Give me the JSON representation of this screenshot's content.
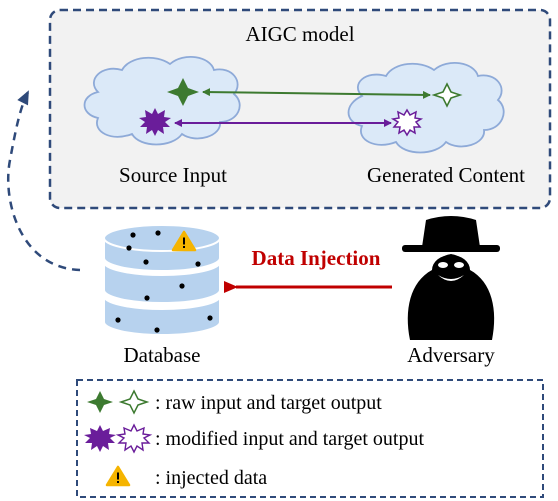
{
  "model_box": {
    "title": "AIGC model",
    "source_label": "Source Input",
    "generated_label": "Generated Content"
  },
  "database": {
    "label": "Database"
  },
  "adversary": {
    "label": "Adversary"
  },
  "injection_arrow": {
    "label": "Data Injection"
  },
  "legend": {
    "raw_label": ": raw input and target output",
    "modified_label": ": modified input and target output",
    "injected_label": ": injected data"
  },
  "icons": {
    "raw_input": "solid-four-point-star-icon",
    "raw_target": "outline-four-point-star-icon",
    "modified_input": "solid-burst-star-icon",
    "modified_target": "outline-burst-star-icon",
    "injected_data": "warning-triangle-icon",
    "adversary": "hooded-hacker-icon",
    "database": "database-cylinder-icon"
  },
  "colors": {
    "box_border": "#2f4a7a",
    "box_fill": "#f2f2f2",
    "cloud_fill": "#dbe9f8",
    "cloud_stroke": "#8eaad8",
    "green": "#3d7a30",
    "purple": "#6a1d9a",
    "red": "#c00000",
    "db_fill": "#b7d2ee",
    "db_stroke": "#ffffff",
    "warn_fill": "#f5b400",
    "dashed_arrow": "#2f4a7a"
  }
}
